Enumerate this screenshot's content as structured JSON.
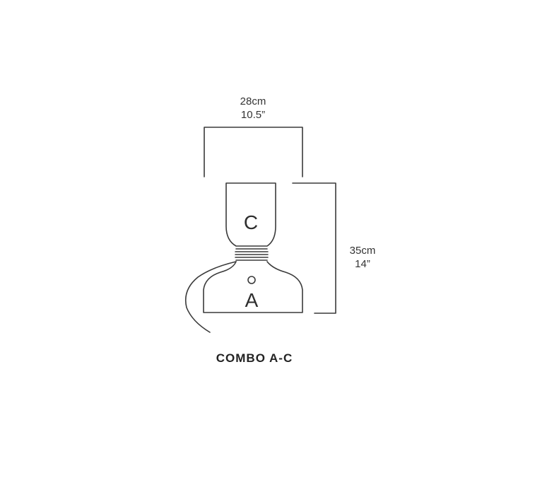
{
  "dimensions": {
    "width": {
      "metric": "28cm",
      "imperial": "10.5”"
    },
    "height": {
      "metric": "35cm",
      "imperial": "14”"
    }
  },
  "parts": {
    "top": "C",
    "bottom": "A"
  },
  "caption": "COMBO A-C",
  "colors": {
    "line": "#3a3a3a",
    "background": "#ffffff"
  }
}
